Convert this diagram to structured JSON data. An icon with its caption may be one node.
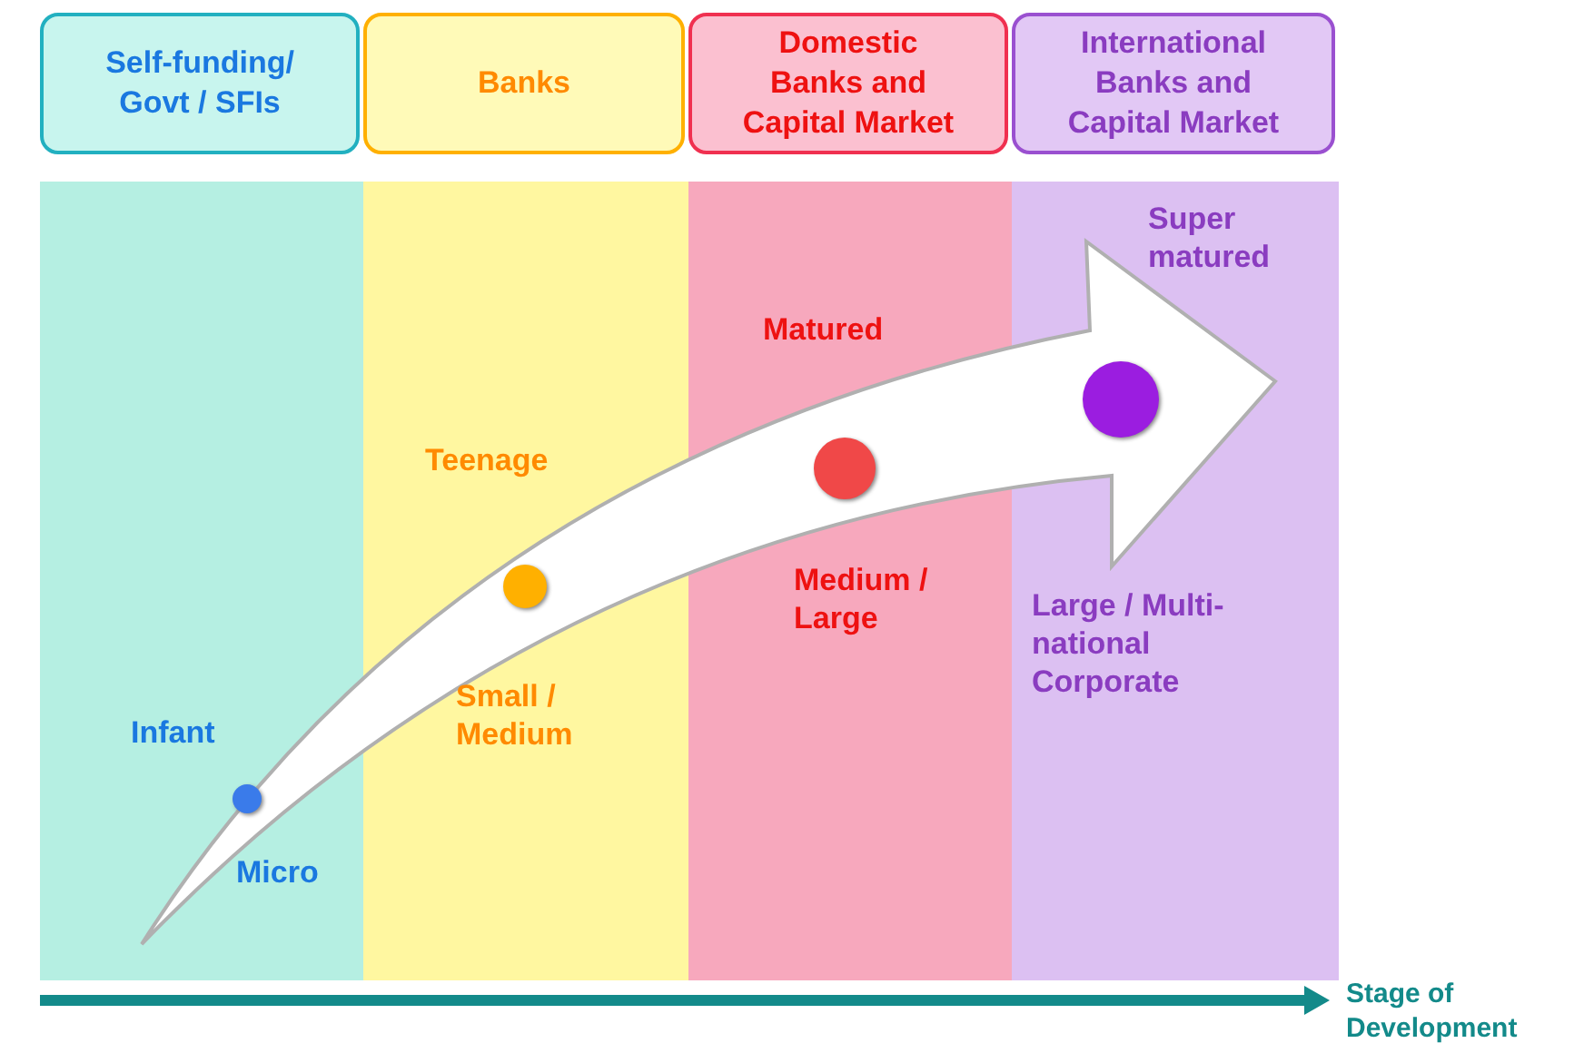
{
  "diagram": {
    "nodes": [
      {
        "text": [
          "Self-funding/ Govt / SFIs"
        ]
      },
      {
        "text": [
          "Banks"
        ]
      },
      {
        "text": [
          "Domestic Banks and Capital Market"
        ]
      },
      {
        "text": [
          "International Banks and Capital Market"
        ]
      },
      {
        "text": [],
        "shape": "circle"
      },
      {
        "text": [],
        "shape": "circle"
      },
      {
        "text": [],
        "shape": "circle"
      },
      {
        "text": [],
        "shape": "circle"
      }
    ],
    "edges": [],
    "labels": [
      "Super matured",
      "Matured",
      "Teenage",
      "Medium / Large",
      "Large / Multi-national Corporate",
      "Small / Medium",
      "Infant",
      "Micro",
      "Stage of Development"
    ]
  }
}
